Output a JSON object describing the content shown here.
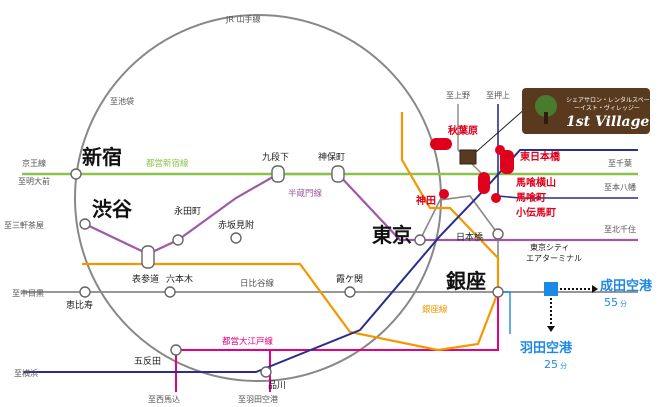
{
  "loop_label": "JR 山手線",
  "directions": {
    "ikebukuro": "至池袋",
    "ueno": "至上野",
    "oshiage": "至押上",
    "keio": "京王線",
    "meidaimae": "至明大前",
    "chiba": "至千葉",
    "motoyawata": "至本八幡",
    "sangenjaya": "至三軒茶屋",
    "kitasenju": "至北千住",
    "nakameguro": "至中目黒",
    "yokohama": "至横浜",
    "nishimagome": "至西馬込",
    "haneda": "至羽田空港"
  },
  "lines": {
    "toei_shinjuku": "都営新宿線",
    "hanzomon": "半蔵門線",
    "hibiya": "日比谷線",
    "ginza": "銀座線",
    "toei_oedo": "都営大江戸線"
  },
  "stations": {
    "shinjuku": "新宿",
    "shibuya": "渋谷",
    "tokyo": "東京",
    "ginza": "銀座",
    "kudanshita": "九段下",
    "jimbocho": "神保町",
    "nagatacho": "永田町",
    "akasakamitsuke": "赤坂見附",
    "omotesando": "表参道",
    "roppongi": "六本木",
    "kasumigaseki": "霞ケ関",
    "ebisu": "恵比寿",
    "gotanda": "五反田",
    "shinagawa": "品川",
    "nihombashi": "日本橋"
  },
  "highlight_stations": {
    "akihabara": "秋葉原",
    "kanda": "神田",
    "higashi_nihombashi": "東日本橋",
    "bakuroyokoyama": "馬喰横山",
    "bakurocho": "馬喰町",
    "kodemmacho": "小伝馬町"
  },
  "airport": {
    "tcat_line1": "東京シティ",
    "tcat_line2": "エアターミナル",
    "narita": "成田空港",
    "narita_time": "55",
    "haneda": "羽田空港",
    "haneda_time": "25",
    "minute_unit": "分"
  },
  "logo": {
    "tagline": "シェアサロン・レンタルスペース",
    "subtitle": "ーイスト・ヴィレッジー",
    "name": "1st Village"
  },
  "colors": {
    "yamanote": "#888888",
    "toei_shinjuku": "#8bc34a",
    "hanzomon": "#a05aa5",
    "ginza": "#f39800",
    "hibiya": "#888888",
    "toei_oedo": "#e4007f",
    "asakusa": "#2b2f8c",
    "highlight": "#e0001b",
    "airport": "#1e88e5",
    "logo_bg": "#5a3a1e"
  }
}
